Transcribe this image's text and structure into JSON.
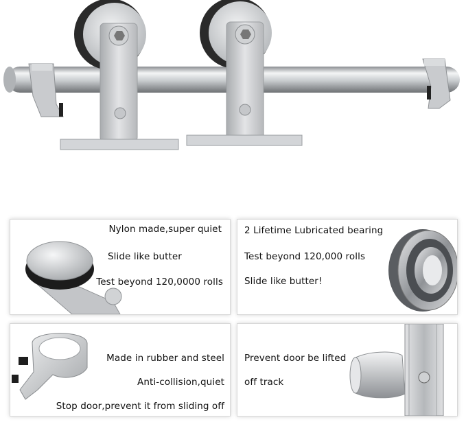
{
  "panels": [
    {
      "lines": [
        "Nylon made,super quiet",
        "Slide like butter",
        "Test beyond 120,0000 rolls"
      ],
      "icon": "nylon-wheel"
    },
    {
      "lines": [
        "2 Lifetime Lubricated bearing",
        "Test beyond 120,000 rolls",
        "Slide like butter!"
      ],
      "icon": "ball-bearing"
    },
    {
      "lines": [
        "Made in rubber and steel",
        "Anti-collision,quiet",
        "Stop door,prevent it from sliding off"
      ],
      "icon": "track-stopper"
    },
    {
      "lines": [
        "Prevent door be lifted",
        "off track"
      ],
      "icon": "anti-jump-block"
    }
  ]
}
